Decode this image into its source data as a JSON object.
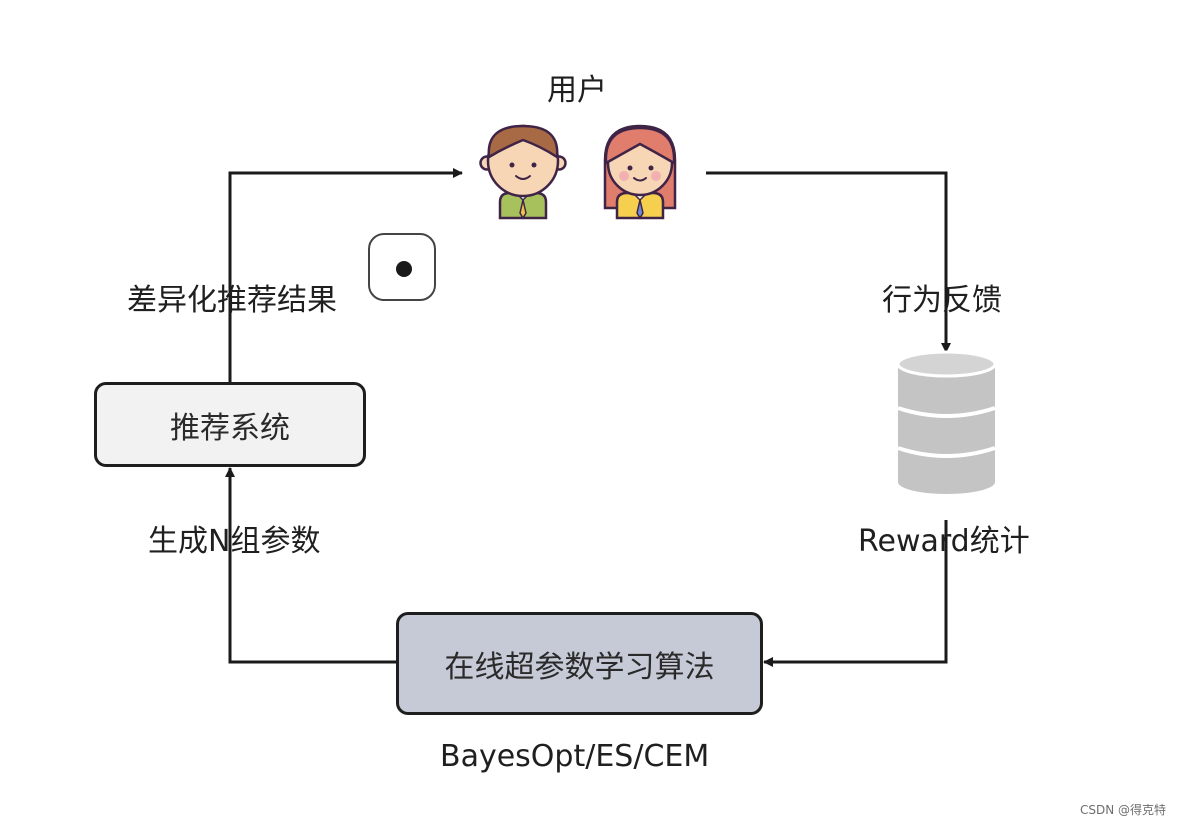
{
  "users": {
    "label": "用户"
  },
  "nodes": {
    "recommender": {
      "label": "推荐系统",
      "fill": "#f2f2f2"
    },
    "tuner": {
      "label": "在线超参数学习算法",
      "fill": "#c5cad6"
    },
    "database": {
      "icon": "database-icon",
      "fill": "#c4c4c4"
    }
  },
  "edges": {
    "to_users": "差异化推荐结果",
    "feedback": "行为反馈",
    "reward": "Reward统计",
    "params": "生成N组参数"
  },
  "algorithms": "BayesOpt/ES/CEM",
  "watermark": "CSDN @得克特",
  "icons": [
    "boy-avatar-icon",
    "girl-avatar-icon",
    "record-dot-icon"
  ]
}
